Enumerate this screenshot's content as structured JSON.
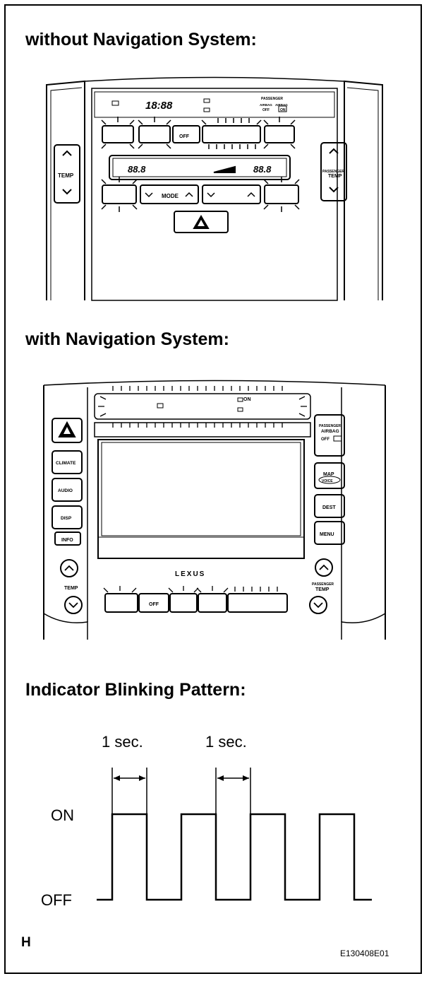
{
  "headings": {
    "without_nav": "without Navigation System:",
    "with_nav": "with Navigation System:",
    "pattern": "Indicator Blinking Pattern:"
  },
  "panel1": {
    "clock": "18:88",
    "temp_label": "TEMP",
    "passenger_temp_label_1": "PASSENGER",
    "passenger_temp_label_2": "TEMP",
    "passenger_label": "PASSENGER",
    "airbag_label": "AIRBAG",
    "airbag_label_2": "AIRBAG",
    "off_label": "OFF",
    "on_label": "ON",
    "temp_left": "88.8",
    "temp_right": "88.8",
    "mode_label": "MODE",
    "fan_off_label": "OFF"
  },
  "panel2": {
    "climate": "CLIMATE",
    "audio": "AUDIO",
    "disp": "DISP",
    "info": "INFO",
    "temp_label": "TEMP",
    "passenger_temp_1": "PASSENGER",
    "passenger_temp_2": "TEMP",
    "passenger_airbag_1": "PASSENGER",
    "passenger_airbag_2": "AIRBAG",
    "passenger_airbag_3": "OFF",
    "map_label": "MAP",
    "voice_label": "VOICE",
    "dest": "DEST",
    "menu": "MENU",
    "brand": "LEXUS",
    "fan_off_label": "OFF",
    "status_on": "ON"
  },
  "pattern_chart": {
    "on_label": "ON",
    "off_label": "OFF",
    "interval_labels": [
      "1 sec.",
      "1 sec."
    ]
  },
  "footer": {
    "section_letter": "H",
    "figure_code": "E130408E01"
  }
}
